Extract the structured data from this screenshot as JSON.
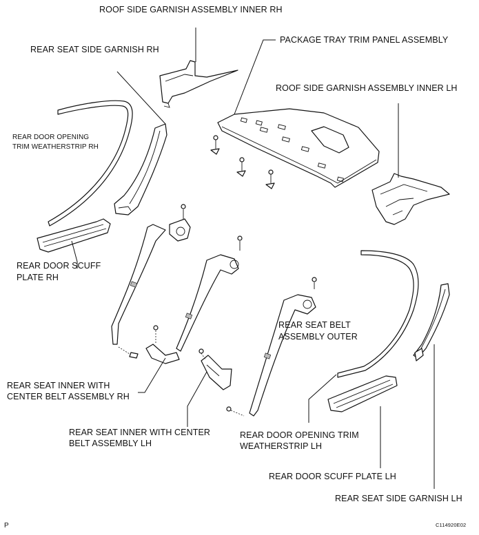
{
  "labels": {
    "roof_side_garnish_inner_rh": "ROOF SIDE GARNISH ASSEMBLY INNER RH",
    "rear_seat_side_garnish_rh": "REAR SEAT SIDE GARNISH RH",
    "package_tray_trim_panel": "PACKAGE TRAY TRIM PANEL ASSEMBLY",
    "roof_side_garnish_inner_lh": "ROOF SIDE GARNISH ASSEMBLY INNER LH",
    "rear_door_opening_trim_weatherstrip_rh_line1": "REAR DOOR OPENING",
    "rear_door_opening_trim_weatherstrip_rh_line2": "TRIM WEATHERSTRIP RH",
    "rear_door_scuff_plate_rh_line1": "REAR DOOR SCUFF",
    "rear_door_scuff_plate_rh_line2": "PLATE RH",
    "rear_seat_belt_outer_line1": "REAR SEAT BELT",
    "rear_seat_belt_outer_line2": "ASSEMBLY OUTER",
    "rear_seat_inner_center_belt_rh_line1": "REAR SEAT INNER WITH",
    "rear_seat_inner_center_belt_rh_line2": "CENTER BELT ASSEMBLY RH",
    "rear_seat_inner_center_belt_lh_line1": "REAR SEAT INNER WITH CENTER",
    "rear_seat_inner_center_belt_lh_line2": "BELT ASSEMBLY LH",
    "rear_door_opening_trim_weatherstrip_lh_line1": "REAR DOOR OPENING TRIM",
    "rear_door_opening_trim_weatherstrip_lh_line2": "WEATHERSTRIP LH",
    "rear_door_scuff_plate_lh": "REAR DOOR SCUFF PLATE LH",
    "rear_seat_side_garnish_lh": "REAR SEAT SIDE GARNISH LH",
    "page_marker": "P",
    "figure_code": "C114920E02"
  }
}
